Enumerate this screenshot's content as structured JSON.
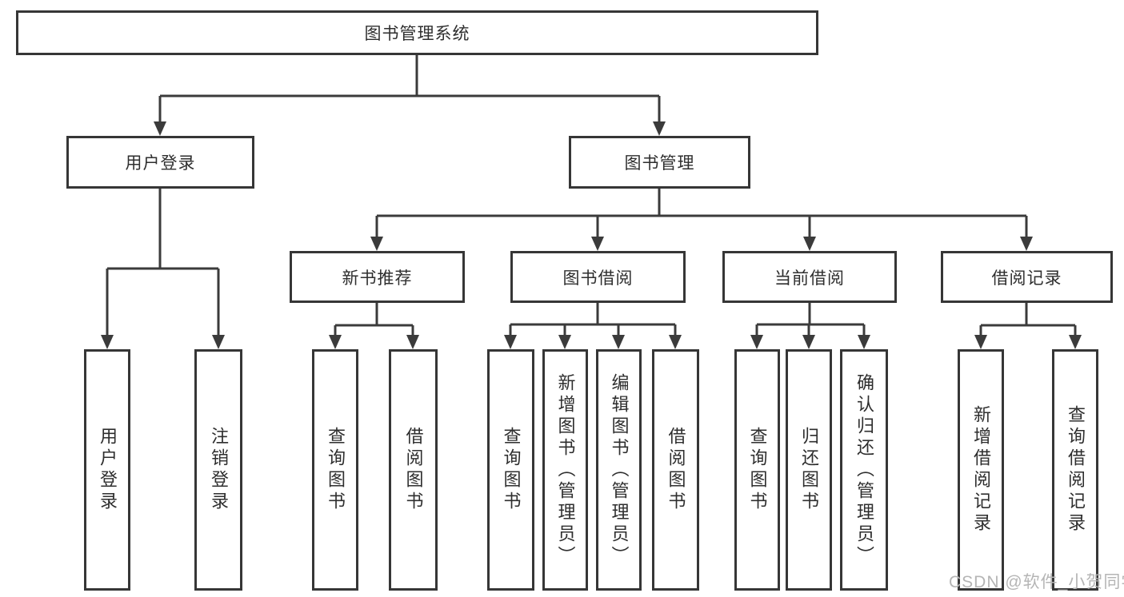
{
  "colors": {
    "line": "#3b3b3b",
    "box_border": "#363636",
    "box_background": "#ffffff",
    "text": "#2e2e2e",
    "watermark_text": "#b5b5b5",
    "page_background": "#ffffff"
  },
  "tree": {
    "root": {
      "label": "图书管理系统",
      "children": [
        {
          "label": "用户登录",
          "children": [
            {
              "label": "用户登录"
            },
            {
              "label": "注销登录"
            }
          ]
        },
        {
          "label": "图书管理",
          "children": [
            {
              "label": "新书推荐",
              "children": [
                {
                  "label": "查询图书"
                },
                {
                  "label": "借阅图书"
                }
              ]
            },
            {
              "label": "图书借阅",
              "children": [
                {
                  "label": "查询图书"
                },
                {
                  "label": "新增图书（管理员）"
                },
                {
                  "label": "编辑图书（管理员）"
                },
                {
                  "label": "借阅图书"
                }
              ]
            },
            {
              "label": "当前借阅",
              "children": [
                {
                  "label": "查询图书"
                },
                {
                  "label": "归还图书"
                },
                {
                  "label": "确认归还（管理员）"
                }
              ]
            },
            {
              "label": "借阅记录",
              "children": [
                {
                  "label": "新增借阅记录"
                },
                {
                  "label": "查询借阅记录"
                }
              ]
            }
          ]
        }
      ]
    }
  },
  "watermark": {
    "text": "CSDN @软件_小贺同学"
  }
}
